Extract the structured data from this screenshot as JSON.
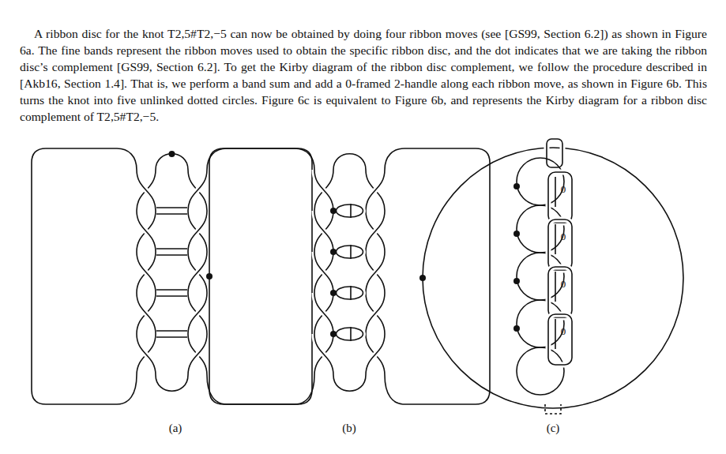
{
  "diagram": {
    "labels": [
      "A ribbon disc for the knot T2,5#T2,−5 can now be obtained by doing four ribbon moves (see [GS99, Section 6.2]) as shown in Figure 6a. The fine bands represent the ribbon moves used to obtain the specific ribbon disc, and the dot indicates that we are taking the ribbon disc’s complement [GS99, Section 6.2]. To get the Kirby diagram of the ribbon disc complement, we follow the procedure described in [Akb16, Section 1.4]. That is, we perform a band sum and add a 0-framed 2-handle along each ribbon move, as shown in Figure 6b. This turns the knot into five unlinked dotted circles. Figure 6c is equivalent to Figure 6b, and represents the Kirby diagram for a ribbon disc complement of T2,5#T2,−5.",
      "0",
      "0",
      "0",
      "0",
      "(a)",
      "(b)",
      "(c)"
    ]
  }
}
